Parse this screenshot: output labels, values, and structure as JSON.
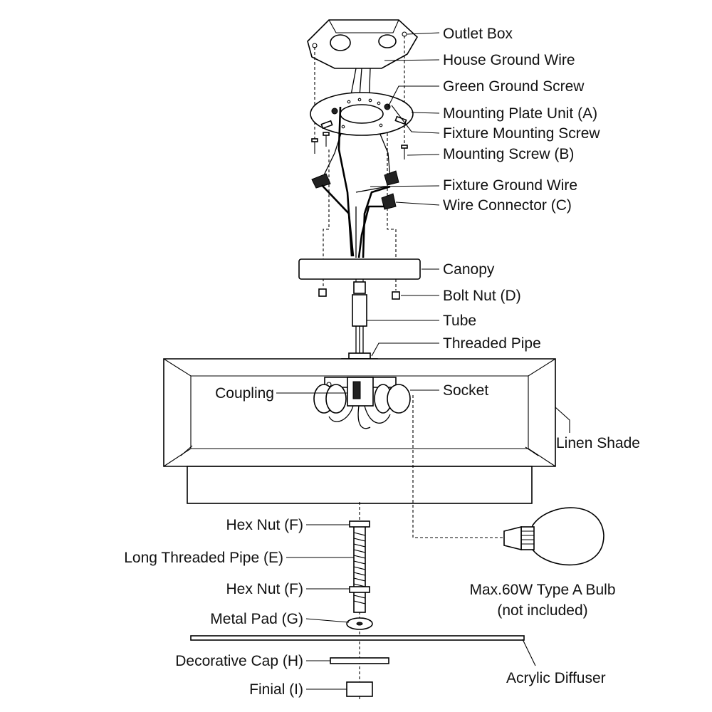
{
  "labels": {
    "outlet_box": "Outlet Box",
    "house_ground_wire": "House Ground Wire",
    "green_ground_screw": "Green Ground Screw",
    "mounting_plate_unit": "Mounting Plate Unit (A)",
    "fixture_mounting_screw": "Fixture Mounting Screw",
    "mounting_screw": "Mounting Screw (B)",
    "fixture_ground_wire": "Fixture Ground Wire",
    "wire_connector": "Wire Connector (C)",
    "canopy": "Canopy",
    "bolt_nut": "Bolt Nut (D)",
    "tube": "Tube",
    "threaded_pipe": "Threaded Pipe",
    "coupling": "Coupling",
    "socket": "Socket",
    "linen_shade": "Linen Shade",
    "hex_nut_top": "Hex Nut (F)",
    "long_threaded_pipe": "Long Threaded Pipe (E)",
    "hex_nut_bottom": "Hex Nut (F)",
    "metal_pad": "Metal Pad (G)",
    "decorative_cap": "Decorative Cap (H)",
    "finial": "Finial (I)",
    "acrylic_diffuser": "Acrylic Diffuser",
    "bulb_line1": "Max.60W Type A Bulb",
    "bulb_line2": "(not included)"
  }
}
